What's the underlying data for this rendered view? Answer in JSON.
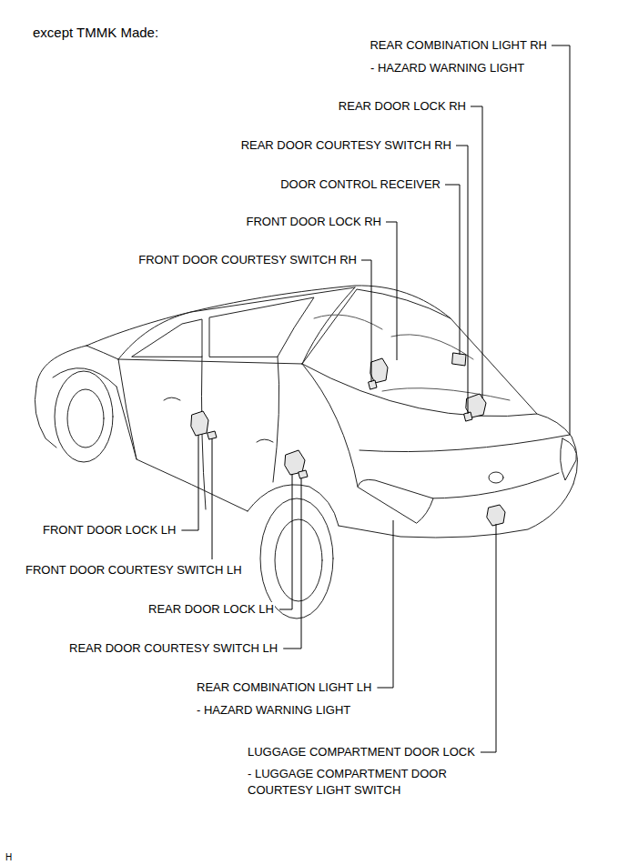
{
  "diagram": {
    "title": "except TMMK Made:",
    "labels": [
      "REAR COMBINATION LIGHT RH",
      "- HAZARD WARNING LIGHT",
      "REAR DOOR LOCK RH",
      "REAR DOOR COURTESY SWITCH RH",
      "DOOR CONTROL RECEIVER",
      "FRONT DOOR LOCK RH",
      "FRONT DOOR COURTESY SWITCH RH",
      "FRONT DOOR LOCK LH",
      "FRONT DOOR COURTESY SWITCH LH",
      "REAR DOOR LOCK LH",
      "REAR DOOR COURTESY SWITCH LH",
      "REAR COMBINATION LIGHT LH",
      "- HAZARD WARNING LIGHT",
      "LUGGAGE COMPARTMENT DOOR LOCK",
      "- LUGGAGE COMPARTMENT DOOR COURTESY LIGHT SWITCH",
      "H"
    ]
  }
}
